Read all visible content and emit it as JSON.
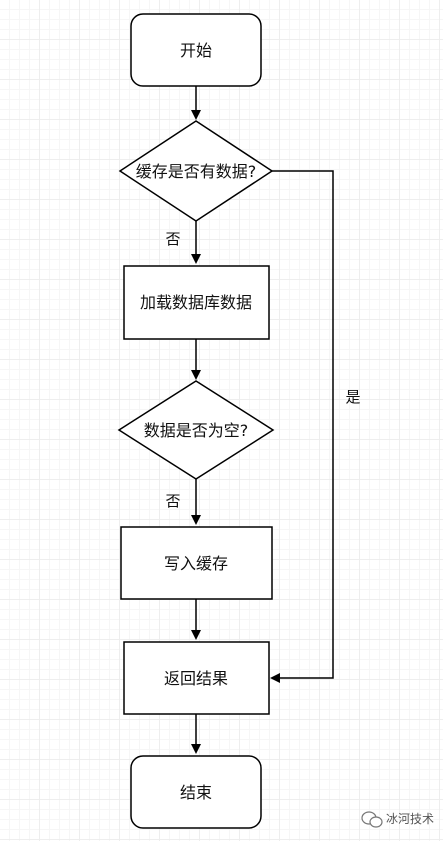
{
  "flowchart": {
    "start": "开始",
    "check_cache": "缓存是否有数据?",
    "load_db": "加载数据库数据",
    "check_empty": "数据是否为空?",
    "write_cache": "写入缓存",
    "return_result": "返回结果",
    "end": "结束"
  },
  "edges": {
    "cache_no": "否",
    "cache_yes": "是",
    "empty_no": "否"
  },
  "watermark": {
    "text": "冰河技术"
  },
  "colors": {
    "stroke": "#000000",
    "fill": "#ffffff",
    "text": "#111111",
    "grid": "#eeeeee"
  }
}
